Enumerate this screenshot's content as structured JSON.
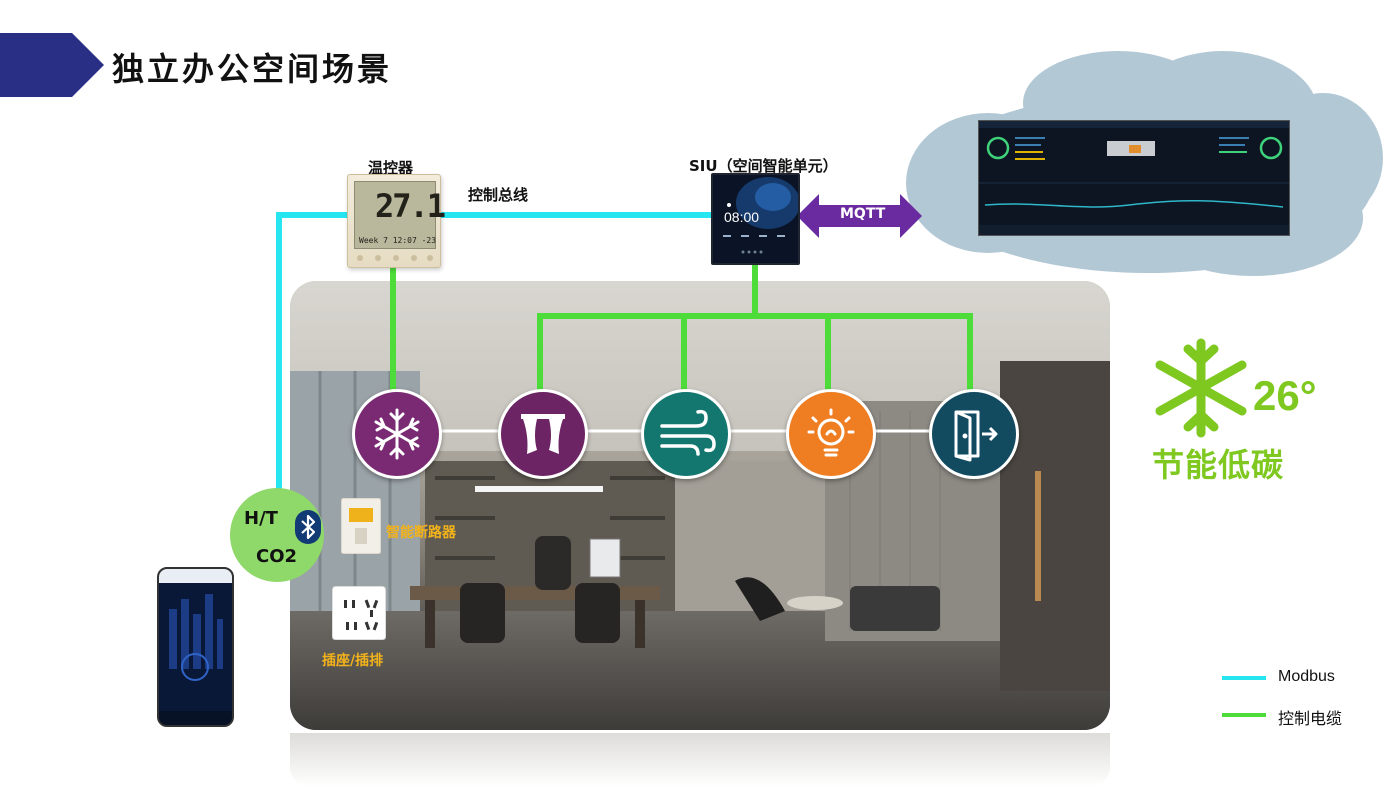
{
  "title": "独立办公空间场景",
  "labels": {
    "thermostat": "温控器",
    "siu": "SIU（空间智能单元）",
    "control_bus": "控制总线",
    "mqtt": "MQTT",
    "ht": "H/T",
    "co2": "CO2",
    "breaker": "智能断路器",
    "socket": "插座/插排"
  },
  "thermostat_display": {
    "temp": "27.1",
    "sub": "Week 7   12:07   -23"
  },
  "siu_display": {
    "clock": "08:00"
  },
  "eco": {
    "degree": "26°",
    "text": "节能低碳"
  },
  "legend": [
    {
      "label": "Modbus",
      "color": "#27e6ef"
    },
    {
      "label": "控制电缆",
      "color": "#4ddc3a"
    }
  ],
  "device_icons": [
    {
      "name": "snowflake-icon",
      "color": "#7a2a73"
    },
    {
      "name": "curtain-icon",
      "color": "#6c2464"
    },
    {
      "name": "wind-icon",
      "color": "#13766f"
    },
    {
      "name": "bulb-icon",
      "color": "#ef7d22"
    },
    {
      "name": "door-icon",
      "color": "#124a60"
    }
  ],
  "colors": {
    "modbus": "#27e6ef",
    "control_cable": "#4ddc3a",
    "mqtt": "#6a2aa0",
    "title_arrow": "#2a2f86",
    "cloud": "#b3c8d5",
    "eco_green": "#7ec820"
  }
}
